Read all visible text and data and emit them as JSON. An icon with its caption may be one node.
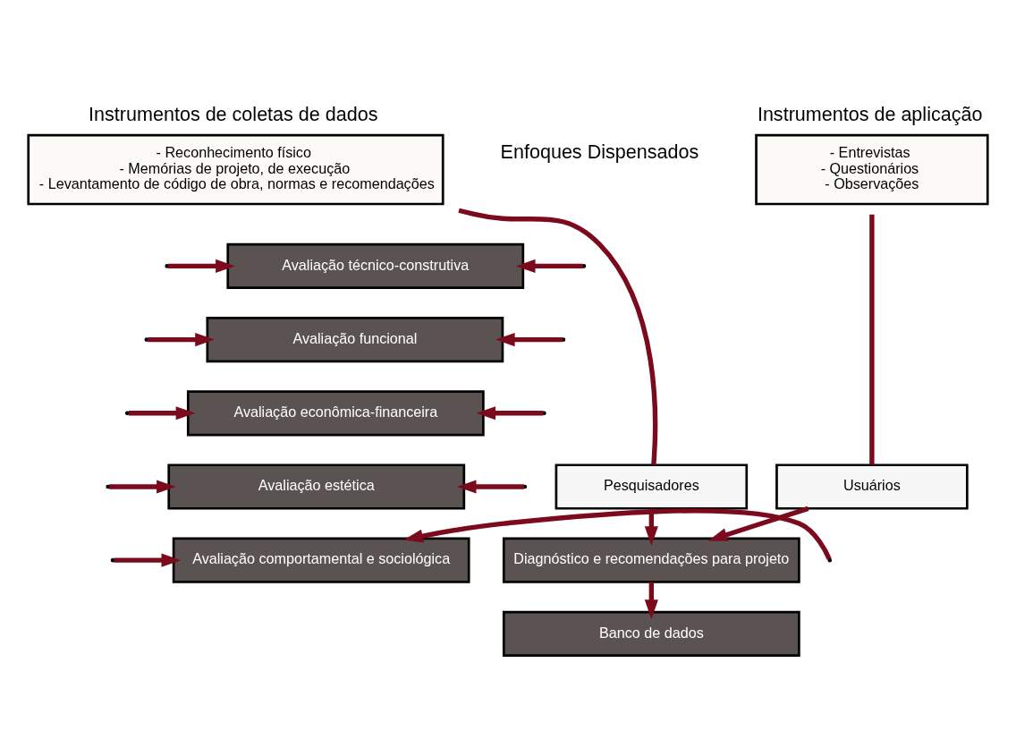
{
  "diagram": {
    "nodes": [
      {
        "text": [
          "Instrumentos de coletas de dados",
          "- Reconhecimento físico - Memórias de projeto, de execução - Levantamento de código de obra, normas e recomendações"
        ]
      },
      {
        "text": [
          "Pesquisadores"
        ]
      },
      {
        "text": [
          "Instrumentos de aplicação",
          "- Entrevistas - Questionários - Observações"
        ]
      },
      {
        "text": [
          "Usuários"
        ]
      },
      {
        "text": [
          "Avaliação técnico-construtiva"
        ]
      },
      {
        "text": [
          "Avaliação funcional"
        ]
      },
      {
        "text": [
          "Avaliação econômica-financeira"
        ]
      },
      {
        "text": [
          "Avaliação estética"
        ]
      },
      {
        "text": [
          "Avaliação comportamental e sociológica"
        ]
      },
      {
        "text": [
          "Diagnóstico e recomendações para projeto"
        ]
      },
      {
        "text": [
          "Banco de dados"
        ]
      }
    ],
    "edges": [
      {
        "from": 0,
        "to": 1,
        "arrow": "none"
      },
      {
        "from": 2,
        "to": 3,
        "arrow": "none"
      },
      {
        "from": null,
        "to": 4,
        "arrow": "to"
      },
      {
        "from": null,
        "to": 5,
        "arrow": "to"
      },
      {
        "from": null,
        "to": 6,
        "arrow": "to"
      },
      {
        "from": null,
        "to": 7,
        "arrow": "to"
      },
      {
        "from": null,
        "to": 8,
        "arrow": "to"
      },
      {
        "from": null,
        "to": 4,
        "arrow": "to"
      },
      {
        "from": null,
        "to": 5,
        "arrow": "to"
      },
      {
        "from": null,
        "to": 6,
        "arrow": "to"
      },
      {
        "from": null,
        "to": 7,
        "arrow": "to"
      },
      {
        "from": null,
        "to": 8,
        "arrow": "to"
      },
      {
        "from": 1,
        "to": 9,
        "arrow": "to"
      },
      {
        "from": 3,
        "to": 9,
        "arrow": "to"
      },
      {
        "from": 9,
        "to": 10,
        "arrow": "to"
      }
    ],
    "labels": [
      "Enfoques Dispensados"
    ]
  }
}
